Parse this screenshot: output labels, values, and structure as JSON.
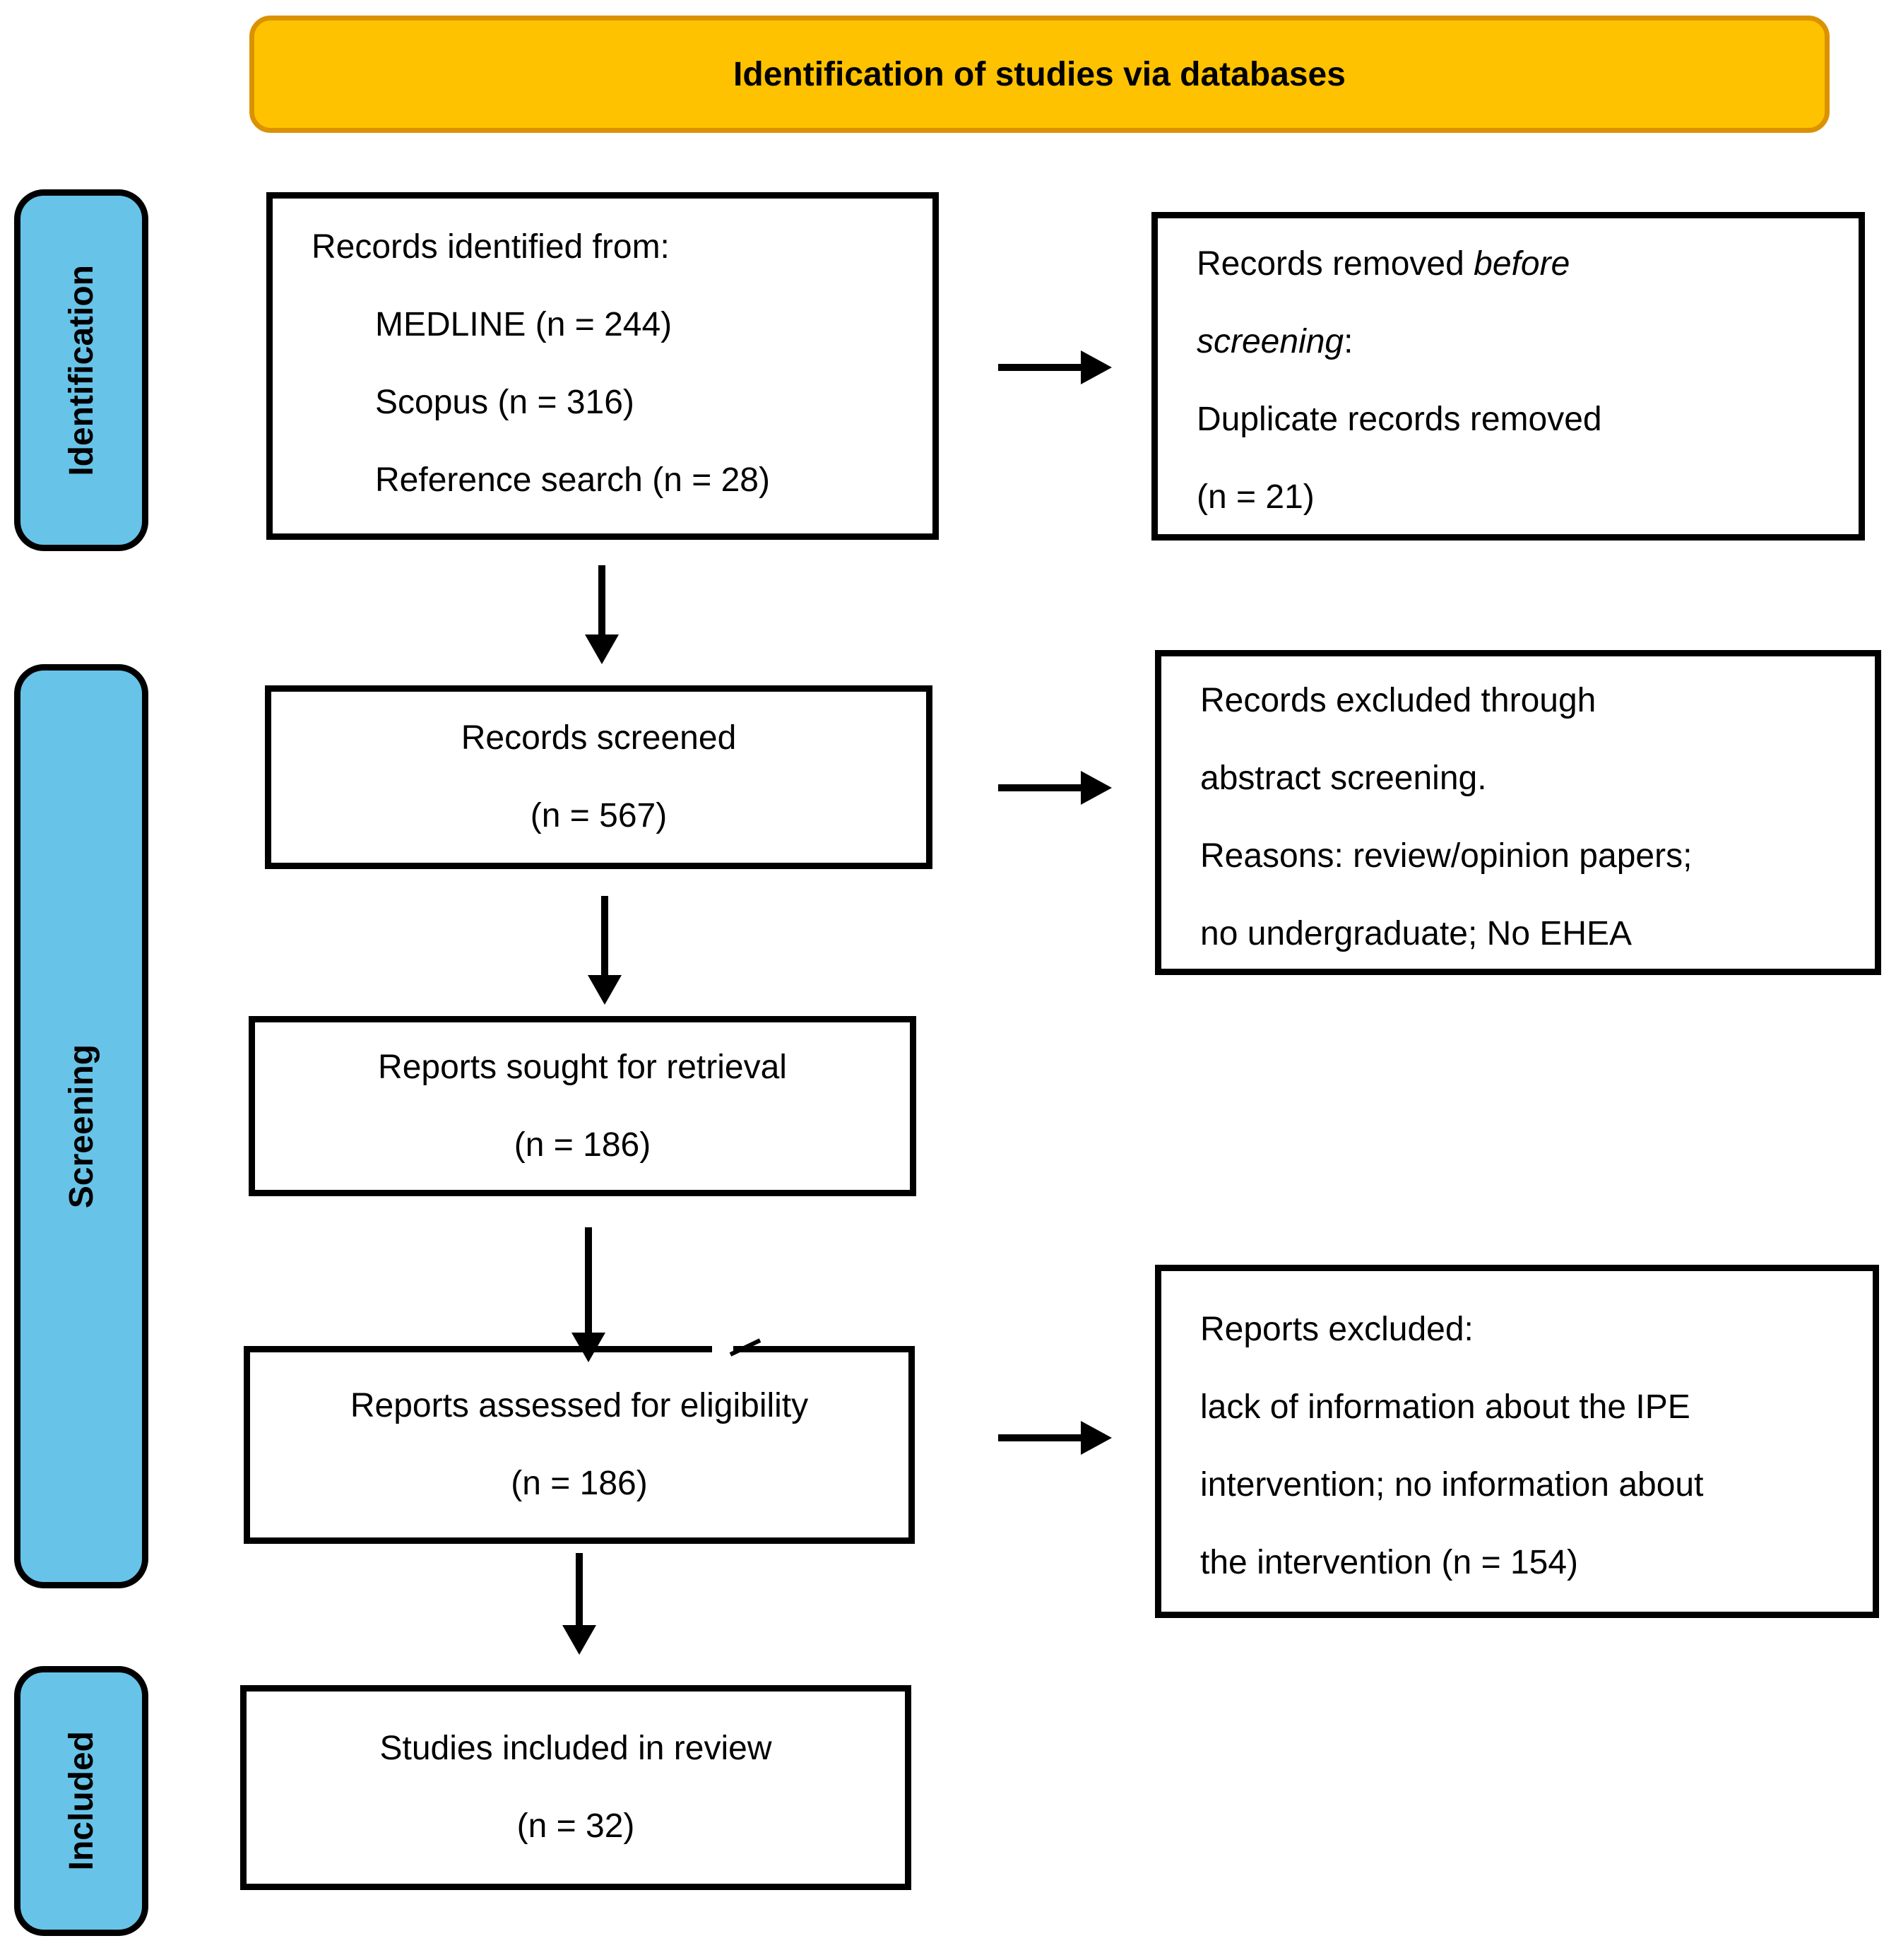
{
  "banner": {
    "title": "Identification of studies via databases"
  },
  "colors": {
    "banner_fill": "#FFC200",
    "banner_border": "#DB9200",
    "stage_fill": "#68C3E8",
    "box_border": "#000000",
    "text": "#000000"
  },
  "stages": {
    "identification": "Identification",
    "screening": "Screening",
    "included": "Included"
  },
  "flow": {
    "records_identified": {
      "title": "Records identified from:",
      "items": [
        "MEDLINE (n = 244)",
        "Scopus (n = 316)",
        "Reference search (n = 28)"
      ]
    },
    "records_screened": {
      "label": "Records screened",
      "count": "(n = 567)"
    },
    "reports_sought": {
      "label": "Reports sought for retrieval",
      "count": "(n = 186)"
    },
    "reports_assessed": {
      "label": "Reports assessed for eligibility",
      "count": "(n = 186)"
    },
    "studies_included": {
      "label": "Studies included in review",
      "count": "(n = 32)"
    }
  },
  "exclusions": {
    "removed_before_screening": {
      "line1_normal": "Records removed ",
      "line1_italic": "before",
      "line2_italic": "screening",
      "line2_normal": ":",
      "line3": "Duplicate records removed",
      "line4": "(n = 21)"
    },
    "excluded_abstract": {
      "lines": [
        "Records excluded through",
        "abstract screening.",
        "Reasons: review/opinion papers;",
        "no undergraduate; No EHEA"
      ]
    },
    "reports_excluded": {
      "lines": [
        "Reports excluded:",
        "lack of information about the IPE",
        "intervention; no information about",
        "the intervention (n = 154)"
      ]
    }
  }
}
